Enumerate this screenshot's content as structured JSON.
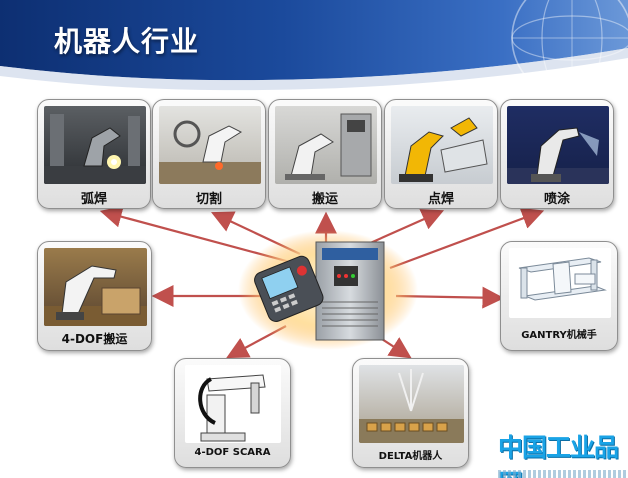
{
  "title": "机器人行业",
  "applications": [
    {
      "label": "弧焊",
      "icon": "arc-welding-robot-photo"
    },
    {
      "label": "切割",
      "icon": "cutting-robot-photo"
    },
    {
      "label": "搬运",
      "icon": "handling-robot-photo"
    },
    {
      "label": "点焊",
      "icon": "spot-welding-robot-photo"
    },
    {
      "label": "喷涂",
      "icon": "spray-painting-robot-photo"
    },
    {
      "label": "4-DOF搬运",
      "icon": "4dof-palletizing-robot-photo"
    },
    {
      "label": "4-DOF SCARA",
      "icon": "scara-robot-photo"
    },
    {
      "label": "DELTA机器人",
      "icon": "delta-robot-photo"
    },
    {
      "label": "GANTRY机械手",
      "icon": "gantry-manipulator-photo"
    }
  ],
  "center": {
    "icon": "robot-controller-and-teach-pendant"
  },
  "watermark": {
    "text": "中国工业品网"
  },
  "colors": {
    "header_dark": "#0a2a6a",
    "header_mid": "#2d5fb0",
    "arrow": "#c0504d",
    "glow": "#ffb347"
  }
}
